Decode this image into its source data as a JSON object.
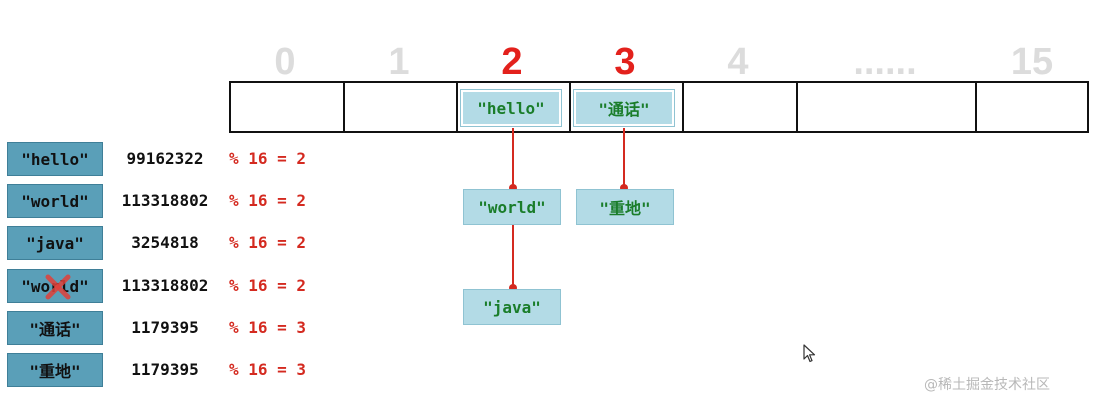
{
  "indices": [
    {
      "label": "0",
      "active": false
    },
    {
      "label": "1",
      "active": false
    },
    {
      "label": "2",
      "active": true
    },
    {
      "label": "3",
      "active": true
    },
    {
      "label": "4",
      "active": false
    },
    {
      "label": "......",
      "active": false
    },
    {
      "label": "15",
      "active": false
    }
  ],
  "buckets": {
    "b2": {
      "head": "\"hello\"",
      "next1": "\"world\"",
      "next2": "\"java\""
    },
    "b3": {
      "head": "\"通话\"",
      "next1": "\"重地\""
    }
  },
  "entries": [
    {
      "key": "\"hello\"",
      "hash": "99162322",
      "mod": "% 16 = 2",
      "removed": false
    },
    {
      "key": "\"world\"",
      "hash": "113318802",
      "mod": "% 16 = 2",
      "removed": false
    },
    {
      "key": "\"java\"",
      "hash": "3254818",
      "mod": "% 16 = 2",
      "removed": false
    },
    {
      "key": "\"world\"",
      "hash": "113318802",
      "mod": "% 16 = 2",
      "removed": true
    },
    {
      "key": "\"通话\"",
      "hash": "1179395",
      "mod": "% 16 = 3",
      "removed": false
    },
    {
      "key": "\"重地\"",
      "hash": "1179395",
      "mod": "% 16 = 3",
      "removed": false
    }
  ],
  "colors": {
    "index_inactive": "#dcdcdc",
    "index_active": "#e3211c",
    "node_fill": "#b3dbe6",
    "node_text": "#1a7d2a",
    "key_fill": "#5a9fb8",
    "link_line": "#d42a20",
    "mod_text": "#d42a20"
  },
  "watermark": "@稀土掘金技术社区"
}
